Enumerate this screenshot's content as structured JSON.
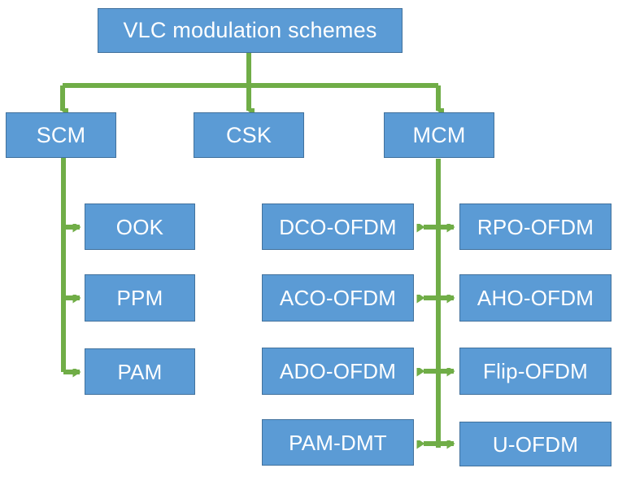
{
  "diagram": {
    "type": "hierarchy-tree",
    "title": "VLC modulation schemes",
    "colors": {
      "node_fill": "#5B9BD5",
      "node_border": "#41719C",
      "node_text": "#FFFFFF",
      "connector": "#70AD47",
      "background": "#FFFFFF"
    },
    "root": {
      "label": "VLC modulation schemes"
    },
    "level2": [
      {
        "id": "scm",
        "label": "SCM"
      },
      {
        "id": "csk",
        "label": "CSK"
      },
      {
        "id": "mcm",
        "label": "MCM"
      }
    ],
    "scm_children": [
      {
        "id": "ook",
        "label": "OOK"
      },
      {
        "id": "ppm",
        "label": "PPM"
      },
      {
        "id": "pam",
        "label": "PAM"
      }
    ],
    "mcm_pairs": [
      {
        "left": "DCO-OFDM",
        "right": "RPO-OFDM"
      },
      {
        "left": "ACO-OFDM",
        "right": "AHO-OFDM"
      },
      {
        "left": "ADO-OFDM",
        "right": "Flip-OFDM"
      },
      {
        "left": "PAM-DMT",
        "right": "U-OFDM"
      }
    ]
  }
}
